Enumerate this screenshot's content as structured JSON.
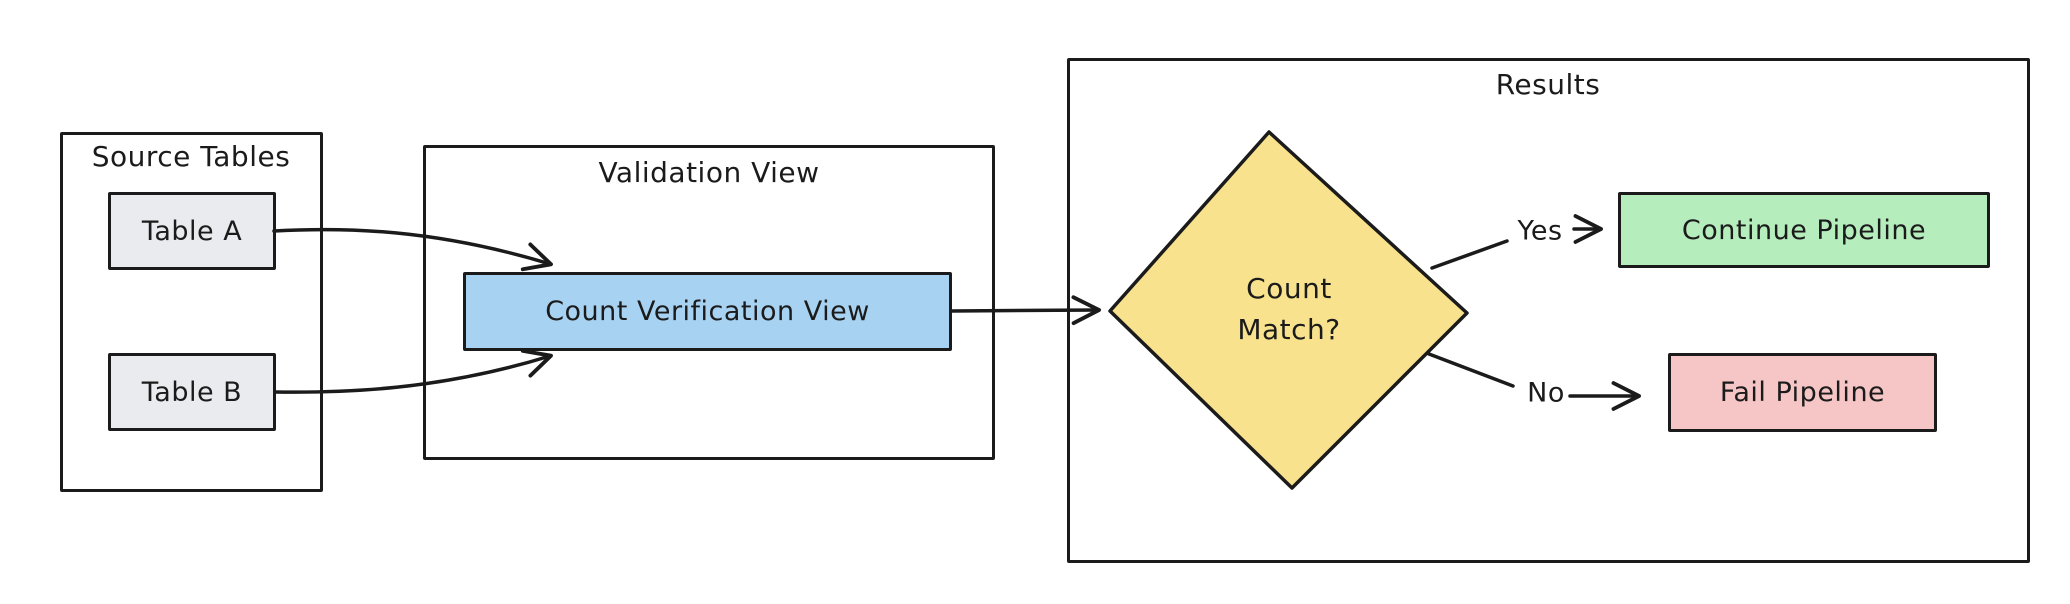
{
  "colors": {
    "stroke": "#1b1b1b",
    "gray_fill": "#e9ebee",
    "blue_fill": "#a8d2f2",
    "yellow_fill": "#f8e28d",
    "green_fill": "#b6edbd",
    "red_fill": "#f6c5c5",
    "background": "#ffffff"
  },
  "containers": {
    "source_tables": {
      "title": "Source Tables"
    },
    "validation_view": {
      "title": "Validation View"
    },
    "results": {
      "title": "Results"
    }
  },
  "nodes": {
    "table_a": {
      "label": "Table A"
    },
    "table_b": {
      "label": "Table B"
    },
    "count_verification_view": {
      "label": "Count Verification View"
    },
    "count_match": {
      "line1": "Count",
      "line2": "Match?"
    },
    "continue_pipeline": {
      "label": "Continue Pipeline"
    },
    "fail_pipeline": {
      "label": "Fail Pipeline"
    }
  },
  "edge_labels": {
    "yes": "Yes",
    "no": "No"
  },
  "edges": [
    {
      "from": "table_a",
      "to": "count_verification_view",
      "label": ""
    },
    {
      "from": "table_b",
      "to": "count_verification_view",
      "label": ""
    },
    {
      "from": "count_verification_view",
      "to": "count_match",
      "label": ""
    },
    {
      "from": "count_match",
      "to": "continue_pipeline",
      "label": "Yes"
    },
    {
      "from": "count_match",
      "to": "fail_pipeline",
      "label": "No"
    }
  ]
}
